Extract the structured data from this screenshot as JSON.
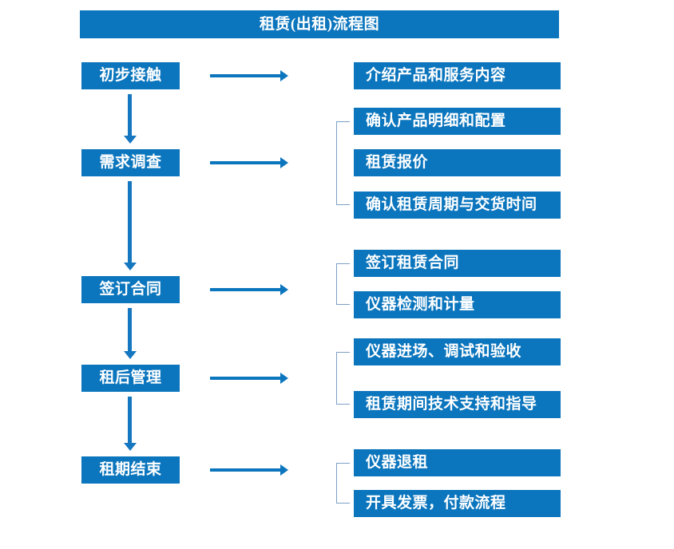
{
  "diagram": {
    "title": "租赁(出租)流程图",
    "colors": {
      "box_fill": "#0b75bd",
      "box_text": "#ffffff",
      "arrow": "#0b75bd",
      "bracket": "#7d9fc7",
      "background": "#ffffff"
    },
    "stages": [
      {
        "id": "stage-1",
        "label": "初步接触",
        "details": [
          "介绍产品和服务内容"
        ],
        "has_bracket": false
      },
      {
        "id": "stage-2",
        "label": "需求调查",
        "details": [
          "确认产品明细和配置",
          "租赁报价",
          "确认租赁周期与交货时间"
        ],
        "has_bracket": true
      },
      {
        "id": "stage-3",
        "label": "签订合同",
        "details": [
          "签订租赁合同",
          "仪器检测和计量"
        ],
        "has_bracket": true
      },
      {
        "id": "stage-4",
        "label": "租后管理",
        "details": [
          "仪器进场、调试和验收",
          "租赁期间技术支持和指导"
        ],
        "has_bracket": true
      },
      {
        "id": "stage-5",
        "label": "租期结束",
        "details": [
          "仪器退租",
          "开具发票，付款流程"
        ],
        "has_bracket": true
      }
    ],
    "detail_boxes": [
      "介绍产品和服务内容",
      "确认产品明细和配置",
      "租赁报价",
      "确认租赁周期与交货时间",
      "签订租赁合同",
      "仪器检测和计量",
      "仪器进场、调试和验收",
      "租赁期间技术支持和指导",
      "仪器退租",
      "开具发票，付款流程"
    ]
  }
}
